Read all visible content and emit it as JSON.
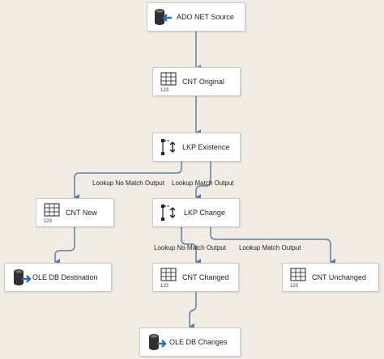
{
  "canvas": {
    "background": "#f1ede4",
    "connector_color": "#5c7fa6"
  },
  "nodes": {
    "ado_net_source": {
      "label": "ADO NET Source",
      "icon": "source-cylinder-icon"
    },
    "cnt_original": {
      "label": "CNT Original",
      "icon": "row-count-grid-icon"
    },
    "lkp_existence": {
      "label": "LKP Existence",
      "icon": "lookup-icon"
    },
    "cnt_new": {
      "label": "CNT New",
      "icon": "row-count-grid-icon"
    },
    "lkp_change": {
      "label": "LKP Change",
      "icon": "lookup-icon"
    },
    "ole_db_destination": {
      "label": "OLE DB Destination",
      "icon": "destination-cylinder-icon"
    },
    "cnt_changed": {
      "label": "CNT Changed",
      "icon": "row-count-grid-icon"
    },
    "cnt_unchanged": {
      "label": "CNT Unchanged",
      "icon": "row-count-grid-icon"
    },
    "ole_db_changes": {
      "label": "OLE DB Changes",
      "icon": "destination-cylinder-icon"
    }
  },
  "flows": {
    "lookup_no_match_1": "Lookup No Match Output",
    "lookup_match_1": "Lookup Match Output",
    "lookup_no_match_2": "Lookup No Match Output",
    "lookup_match_2": "Lookup Match Output"
  },
  "icon_text": {
    "grid_digits": "123"
  }
}
